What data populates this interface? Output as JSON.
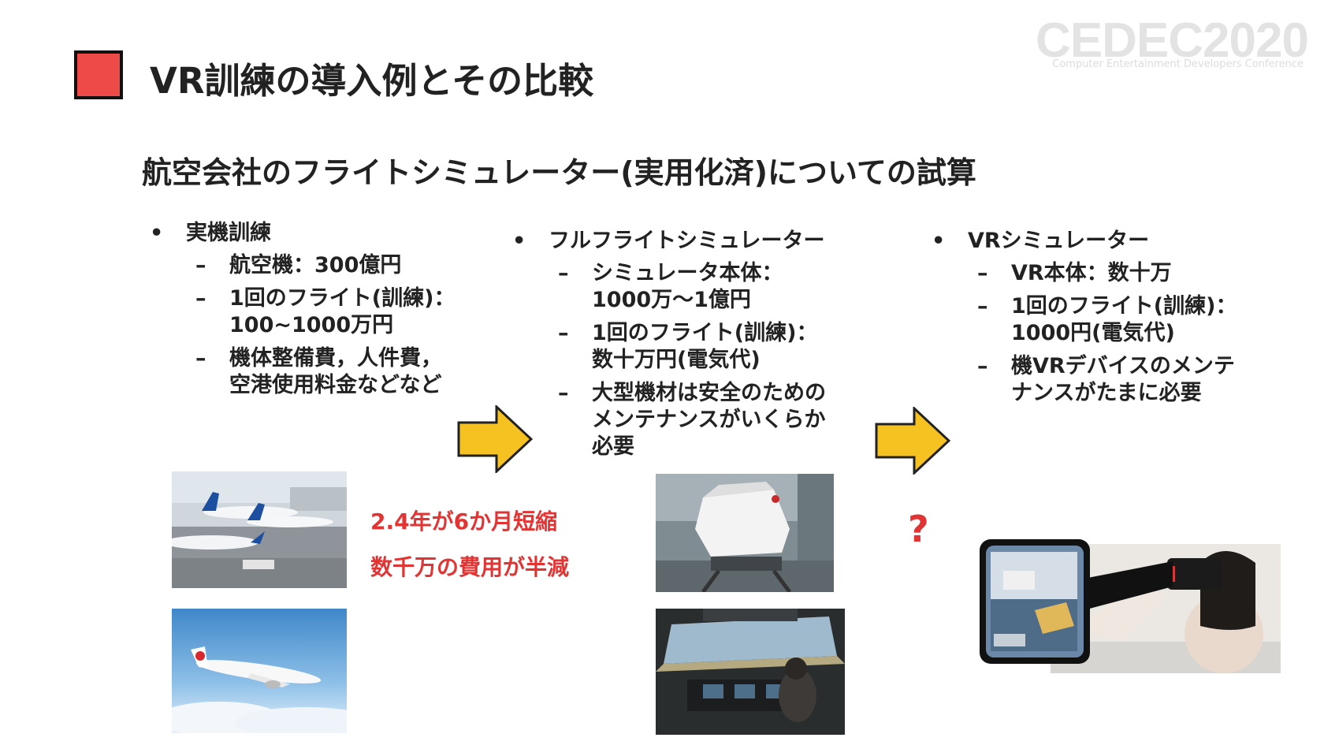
{
  "header": {
    "title": "VR訓練の導入例とその比較",
    "logo_text": "CEDEC2020",
    "logo_subtext": "Computer Entertainment Developers Conference"
  },
  "subtitle": "航空会社のフライトシミュレーター(実用化済)についての試算",
  "columns": [
    {
      "heading": "実機訓練",
      "items": [
        {
          "lines": [
            "航空機：300億円"
          ]
        },
        {
          "lines": [
            "1回のフライト(訓練)：",
            "100~1000万円"
          ]
        },
        {
          "lines": [
            "機体整備費，人件費，",
            "空港使用料金などなど"
          ]
        }
      ]
    },
    {
      "heading": "フルフライトシミュレーター",
      "items": [
        {
          "lines": [
            "シミュレータ本体：",
            "1000万～1億円"
          ]
        },
        {
          "lines": [
            "1回のフライト(訓練)：",
            "数十万円(電気代)"
          ]
        },
        {
          "lines": [
            "大型機材は安全のための",
            "メンテナンスがいくらか",
            "必要"
          ]
        }
      ]
    },
    {
      "heading": "VRシミュレーター",
      "items": [
        {
          "lines": [
            "VR本体：数十万"
          ]
        },
        {
          "lines": [
            "1回のフライト(訓練)：",
            "1000円(電気代)"
          ]
        },
        {
          "lines": [
            "機VRデバイスのメンテ",
            "ナンスがたまに必要"
          ]
        }
      ]
    }
  ],
  "notes": {
    "line1": "2.4年が6か月短縮",
    "line2": "数千万の費用が半減",
    "question": "?"
  },
  "colors": {
    "accent_red": "#ee4a48",
    "note_red": "#e33434",
    "arrow_yellow": "#f5c222"
  }
}
